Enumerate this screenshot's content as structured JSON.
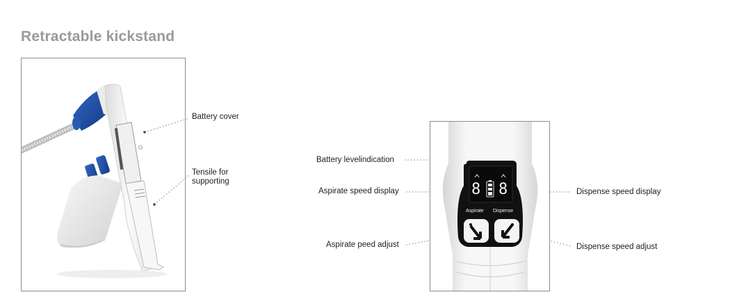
{
  "heading": "Retractable kickstand",
  "left_device": {
    "callouts": {
      "battery_cover": "Battery cover",
      "tensile_line1": "Tensile  for",
      "tensile_line2": "supporting"
    }
  },
  "right_device": {
    "screen": {
      "left_digit": "8",
      "right_digit": "8",
      "aspirate_label": "Aspirate",
      "dispense_label": "Dispense"
    },
    "callouts": {
      "battery_level": "Battery levelindication",
      "aspirate_display": "Aspirate speed display",
      "aspirate_adjust": "Aspirate peed adjust",
      "dispense_display": "Dispense speed display",
      "dispense_adjust": "Dispense speed adjust"
    }
  },
  "colors": {
    "heading": "#9a9a9a",
    "device_blue": "#1f4ea0",
    "device_white": "#f3f3f3",
    "screen_black": "#101010"
  }
}
